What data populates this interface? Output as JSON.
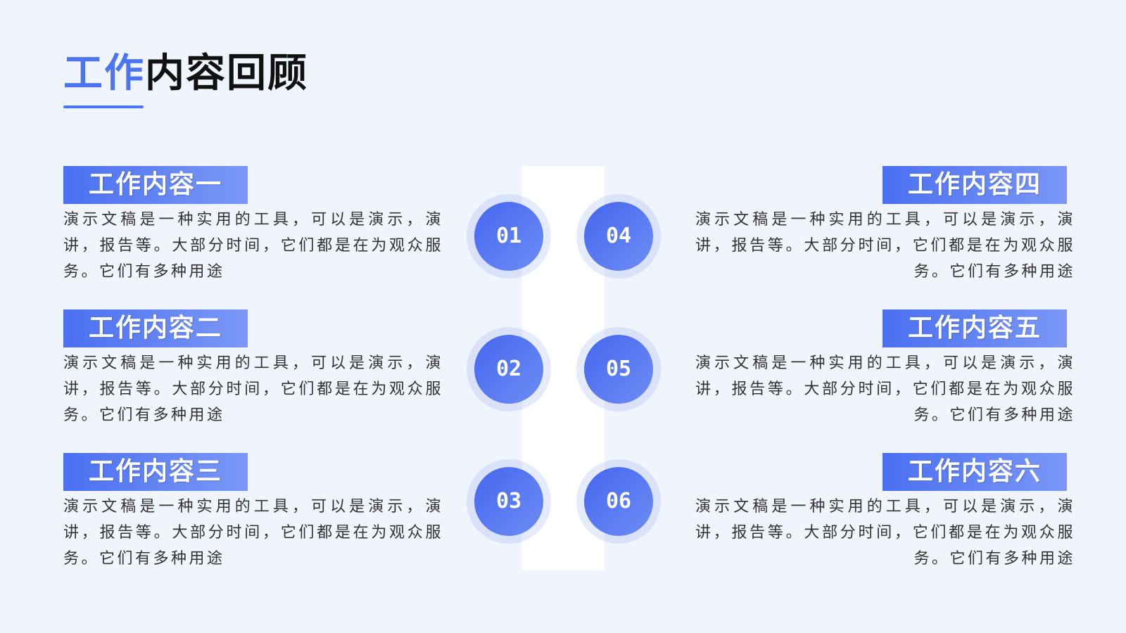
{
  "title": {
    "highlight": "工作",
    "rest": "内容回顾"
  },
  "items": [
    {
      "number": "01",
      "label": "工作内容一",
      "desc": "演示文稿是一种实用的工具，可以是演示，演讲，报告等。大部分时间，它们都是在为观众服务。它们有多种用途"
    },
    {
      "number": "02",
      "label": "工作内容二",
      "desc": "演示文稿是一种实用的工具，可以是演示，演讲，报告等。大部分时间，它们都是在为观众服务。它们有多种用途"
    },
    {
      "number": "03",
      "label": "工作内容三",
      "desc": "演示文稿是一种实用的工具，可以是演示，演讲，报告等。大部分时间，它们都是在为观众服务。它们有多种用途"
    },
    {
      "number": "04",
      "label": "工作内容四",
      "desc": "演示文稿是一种实用的工具，可以是演示，演讲，报告等。大部分时间，它们都是在为观众服务。它们有多种用途"
    },
    {
      "number": "05",
      "label": "工作内容五",
      "desc": "演示文稿是一种实用的工具，可以是演示，演讲，报告等。大部分时间，它们都是在为观众服务。它们有多种用途"
    },
    {
      "number": "06",
      "label": "工作内容六",
      "desc": "演示文稿是一种实用的工具，可以是演示，演讲，报告等。大部分时间，它们都是在为观众服务。它们有多种用途"
    }
  ],
  "colors": {
    "accent": "#4d74f3",
    "background": "#f0f4fc",
    "text": "#333333",
    "title": "#111111"
  }
}
